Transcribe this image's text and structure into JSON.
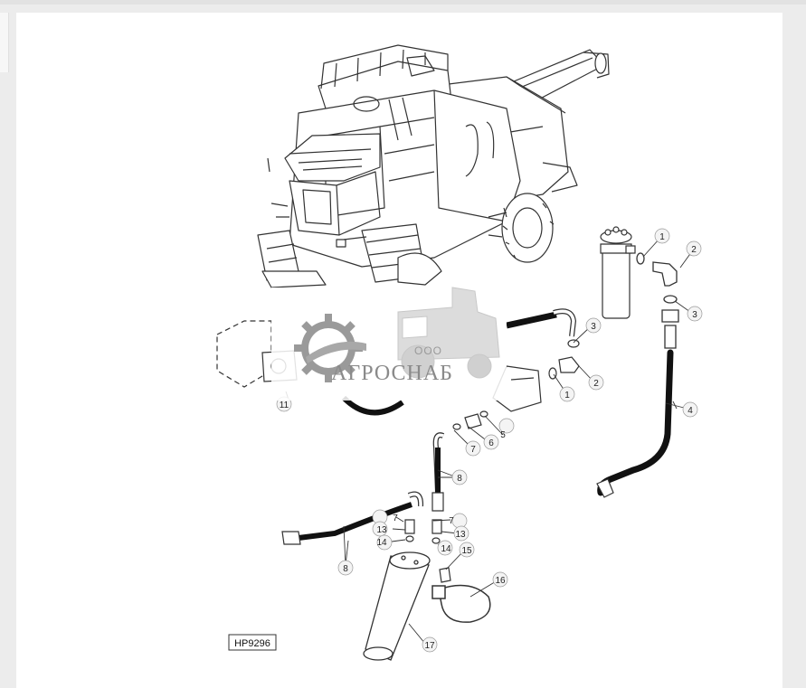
{
  "diagram": {
    "reference_code": "HP9296",
    "callouts": [
      "1",
      "2",
      "3",
      "1",
      "2",
      "3",
      "4",
      "5",
      "6",
      "7",
      "8",
      "7",
      "13",
      "14",
      "7",
      "13",
      "14",
      "15",
      "8",
      "16",
      "17",
      "11"
    ]
  },
  "watermark": {
    "company_prefix": "ООО",
    "company_name": "АГРОСНАБ"
  }
}
